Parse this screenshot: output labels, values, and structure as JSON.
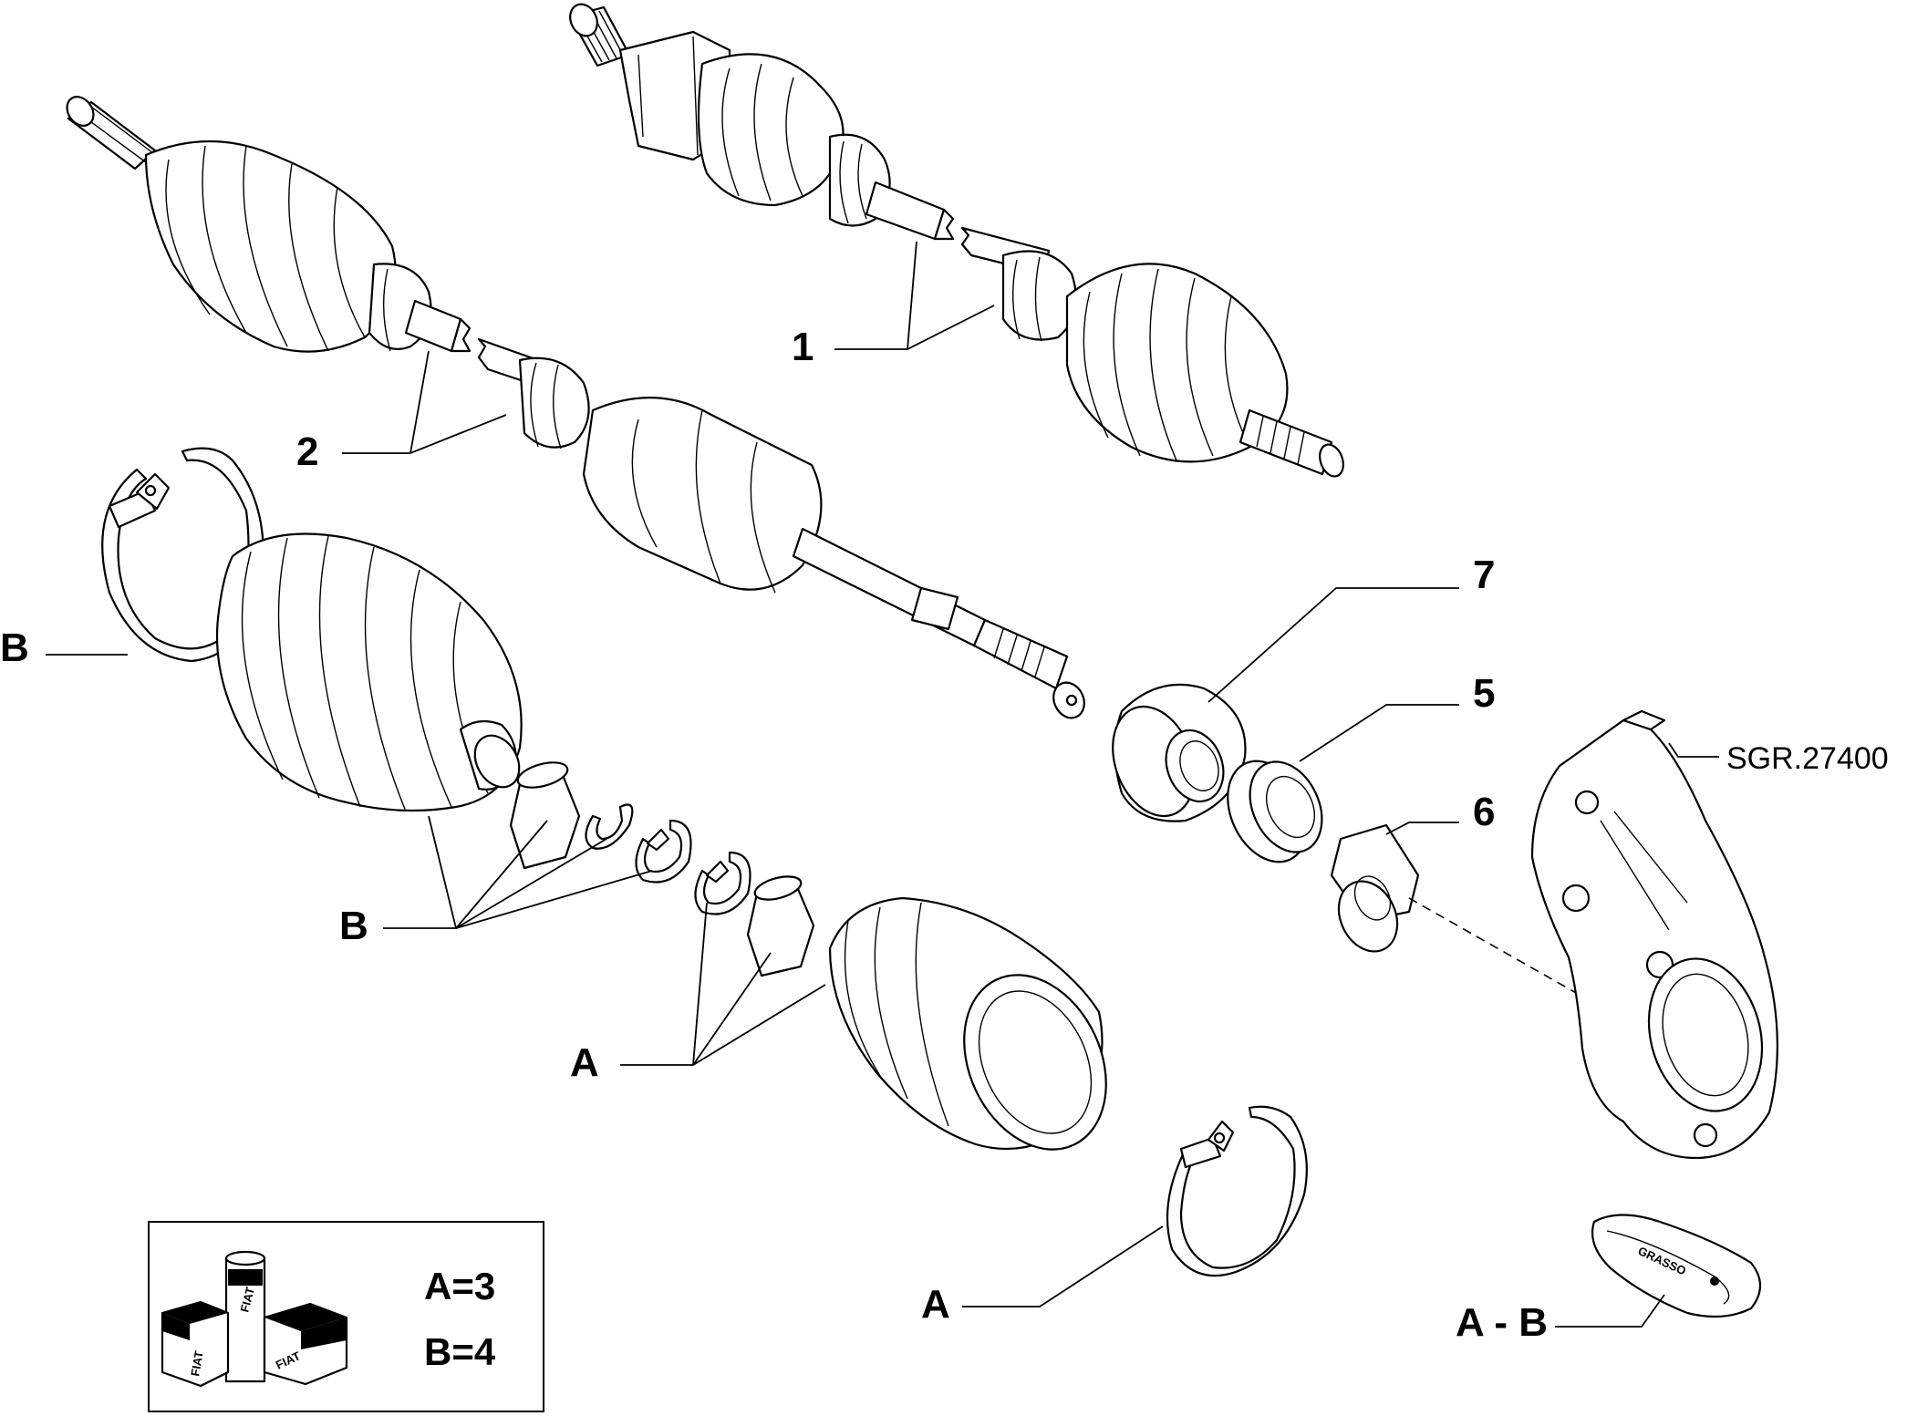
{
  "drawing_code": "SGR.27400",
  "callouts": {
    "c1": "1",
    "c2": "2",
    "c5": "5",
    "c6": "6",
    "c7": "7",
    "b_upper": "B",
    "b_lower": "B",
    "a_middle": "A",
    "a_bottom": "A",
    "a_b": "A - B"
  },
  "legend": {
    "line_a": "A=3",
    "line_b": "B=4",
    "kit_text_1": "FIAT",
    "kit_text_2": "FIAT",
    "kit_text_3": "FIAT"
  },
  "grease_pack_text": "GRASSO"
}
